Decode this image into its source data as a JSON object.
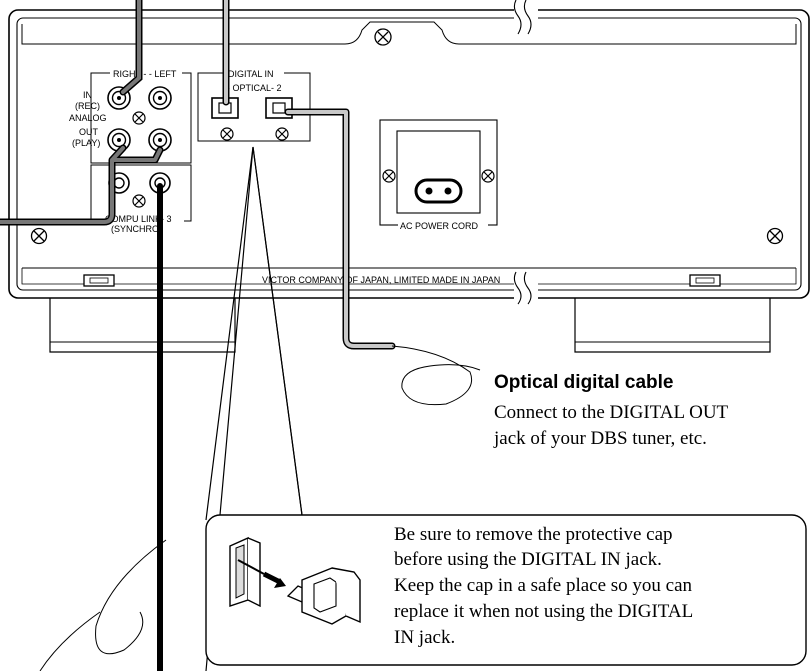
{
  "panel": {
    "right_left": "RIGHT - - LEFT",
    "in_label": "IN",
    "rec_label": "(REC)",
    "analog_label": "ANALOG",
    "out_label": "OUT",
    "play_label": "(PLAY)",
    "compu_link": "COMPU LINK- 3",
    "synchro": "(SYNCHRO)",
    "digital_in": "DIGITAL IN",
    "optical": "- OPTICAL- 2",
    "ac_power_cord": "AC POWER CORD",
    "maker": "VICTOR COMPANY OF JAPAN, LIMITED MADE IN JAPAN"
  },
  "callout_optical": {
    "title": "Optical digital cable",
    "line1": "Connect to the DIGITAL OUT",
    "line2": "jack of your DBS tuner, etc."
  },
  "note": {
    "line1": "Be sure to remove the protective cap",
    "line2": "before using the DIGITAL IN jack.",
    "line3": "Keep the cap in a safe place so you can",
    "line4": "replace it when not using the DIGITAL",
    "line5": "IN jack."
  }
}
